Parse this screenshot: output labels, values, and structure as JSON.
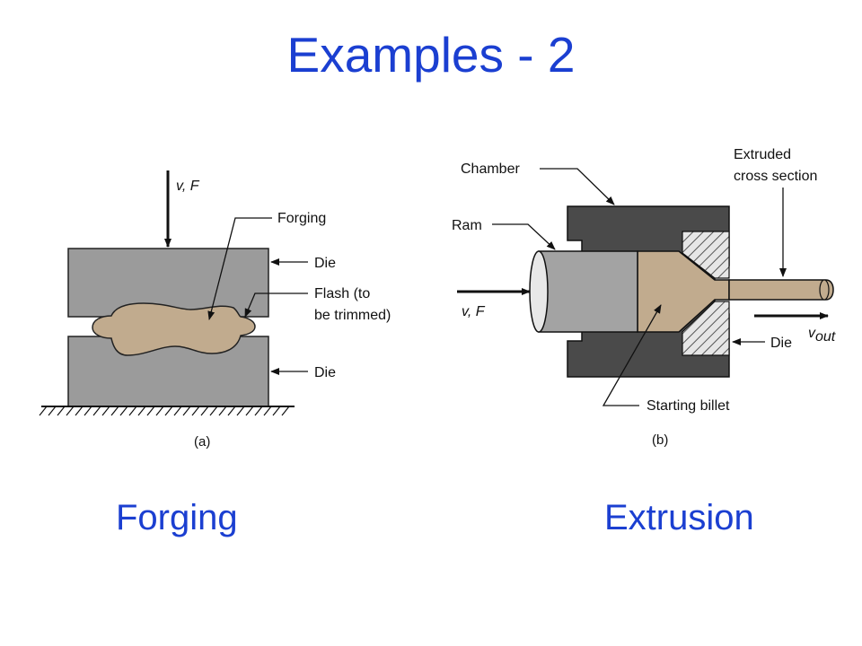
{
  "slide": {
    "title": "Examples - 2",
    "left_caption": "Forging",
    "right_caption": "Extrusion"
  },
  "forging_diagram": {
    "label_force": "v, F",
    "label_forging": "Forging",
    "label_die_top": "Die",
    "label_flash_line1": "Flash (to",
    "label_flash_line2": "be trimmed)",
    "label_die_bottom": "Die",
    "sublabel": "(a)"
  },
  "extrusion_diagram": {
    "label_chamber": "Chamber",
    "label_extruded_line1": "Extruded",
    "label_extruded_line2": "cross section",
    "label_ram": "Ram",
    "label_force": "v, F",
    "label_vout": "v",
    "label_vout_sub": "out",
    "label_die": "Die",
    "label_billet": "Starting billet",
    "sublabel": "(b)"
  },
  "colors": {
    "title_blue": "#1b3fd1",
    "die_gray": "#9b9b9b",
    "billet_tan": "#c1ab8e",
    "chamber_dark": "#4a4a4a",
    "ram_gray": "#a3a3a3"
  }
}
